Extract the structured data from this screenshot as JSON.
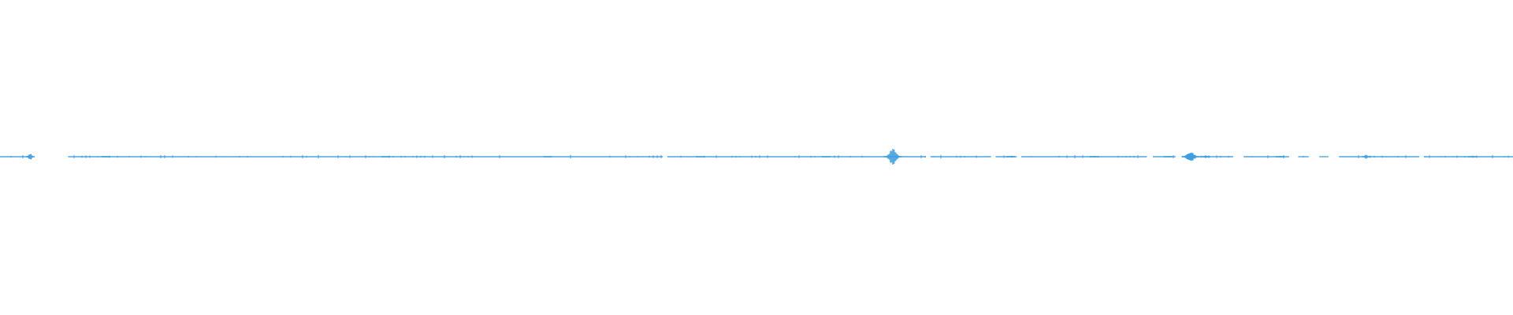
{
  "waveform": {
    "color": "#3d9ee0",
    "baseline_color": "#4aa6e6",
    "background": "#ffffff",
    "type": "audio-waveform",
    "segments": [
      [
        0.0,
        0.02
      ],
      [
        0.045,
        0.438
      ],
      [
        0.441,
        0.612
      ],
      [
        0.615,
        0.655
      ],
      [
        0.658,
        0.672
      ],
      [
        0.675,
        0.758
      ],
      [
        0.762,
        0.777
      ],
      [
        0.781,
        0.815
      ],
      [
        0.822,
        0.852
      ],
      [
        0.858,
        0.865
      ],
      [
        0.872,
        0.878
      ],
      [
        0.885,
        0.938
      ],
      [
        0.941,
        1.0
      ]
    ],
    "peaks": [
      {
        "pos": 0.02,
        "amp": 0.45
      },
      {
        "pos": 0.07,
        "amp": 0.06
      },
      {
        "pos": 0.255,
        "amp": 0.07
      },
      {
        "pos": 0.362,
        "amp": 0.09
      },
      {
        "pos": 0.463,
        "amp": 0.08
      },
      {
        "pos": 0.546,
        "amp": 0.07
      },
      {
        "pos": 0.59,
        "amp": 1.0
      },
      {
        "pos": 0.668,
        "amp": 0.08
      },
      {
        "pos": 0.723,
        "amp": 0.08
      },
      {
        "pos": 0.772,
        "amp": 0.11
      },
      {
        "pos": 0.787,
        "amp": 0.7
      },
      {
        "pos": 0.797,
        "amp": 0.22
      },
      {
        "pos": 0.846,
        "amp": 0.11
      },
      {
        "pos": 0.903,
        "amp": 0.28
      },
      {
        "pos": 0.973,
        "amp": 0.05
      }
    ]
  }
}
